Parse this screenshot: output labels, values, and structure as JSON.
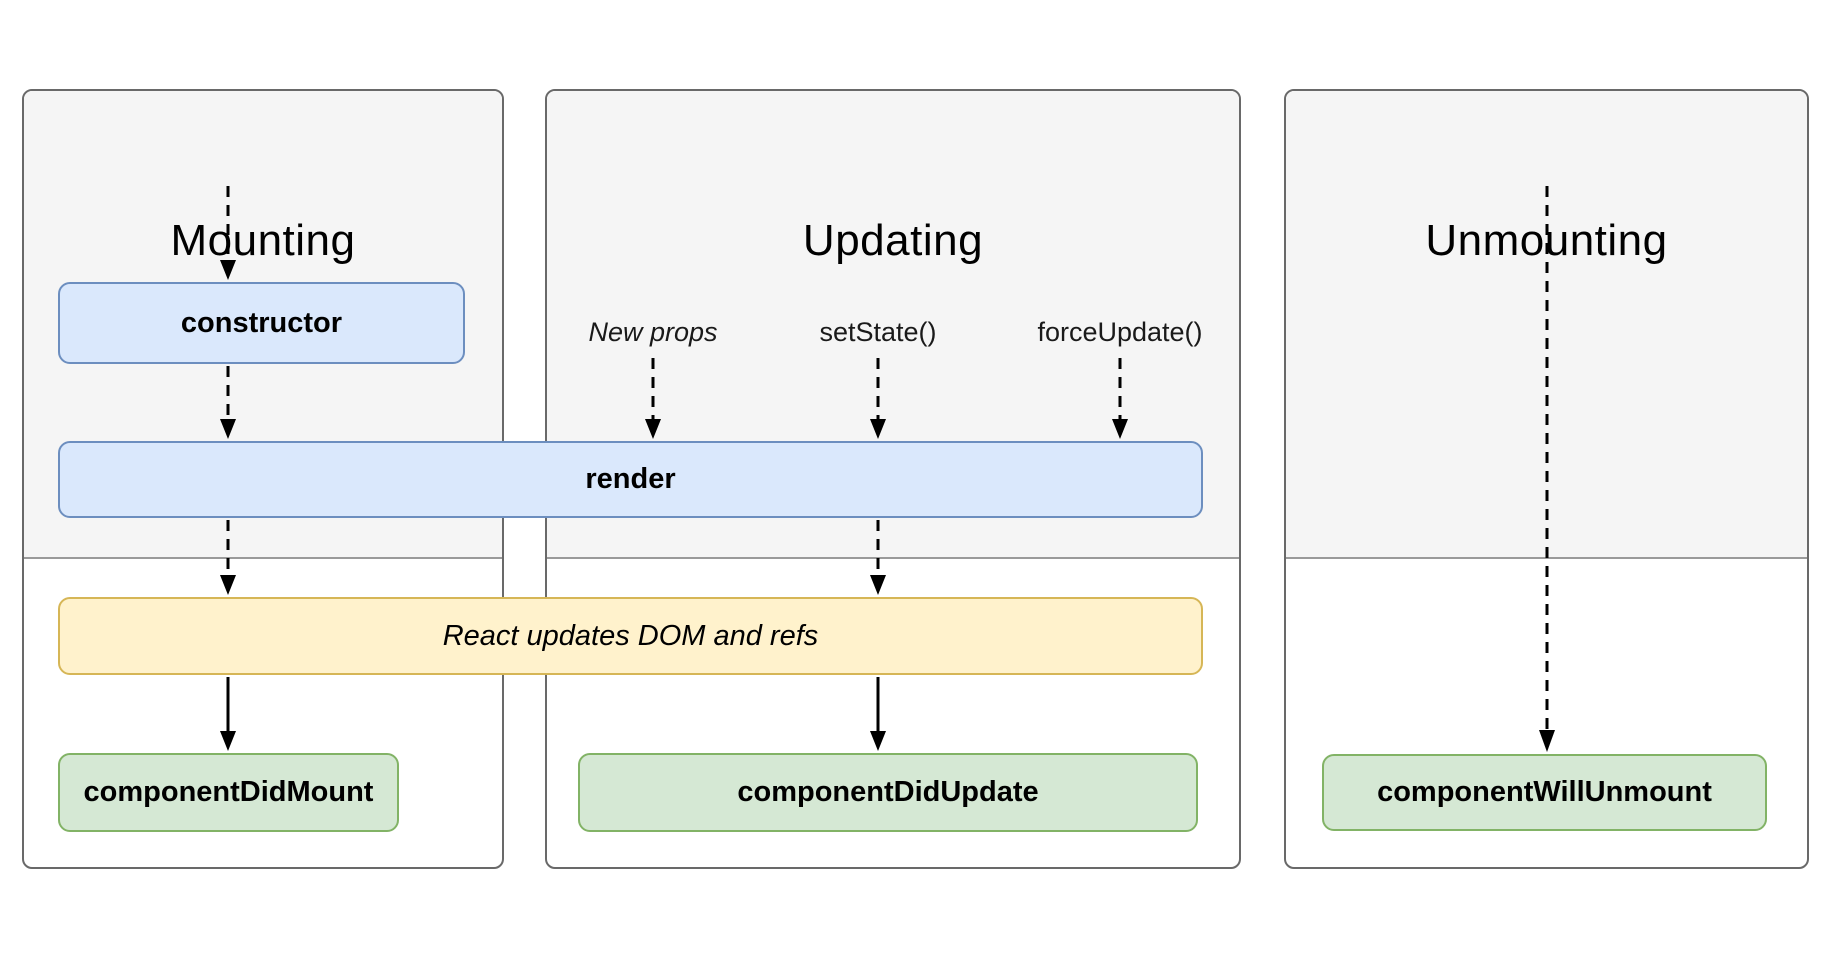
{
  "panels": [
    {
      "title": "Mounting"
    },
    {
      "title": "Updating"
    },
    {
      "title": "Unmounting"
    }
  ],
  "boxes": {
    "constructor": "constructor",
    "render": "render",
    "react_updates": "React updates DOM and refs",
    "did_mount": "componentDidMount",
    "did_update": "componentDidUpdate",
    "will_unmount": "componentWillUnmount"
  },
  "updating_triggers": [
    "New props",
    "setState()",
    "forceUpdate()"
  ],
  "colors": {
    "panel_background": "#f5f5f5",
    "panel_border": "#696969",
    "phase_divider": "#9a9a9a",
    "blue_fill": "#dae8fc",
    "blue_border": "#6c8ebf",
    "yellow_fill": "#fff2cc",
    "yellow_border": "#d6b656",
    "green_fill": "#d5e8d4",
    "green_border": "#82b366",
    "arrow": "#000000"
  }
}
